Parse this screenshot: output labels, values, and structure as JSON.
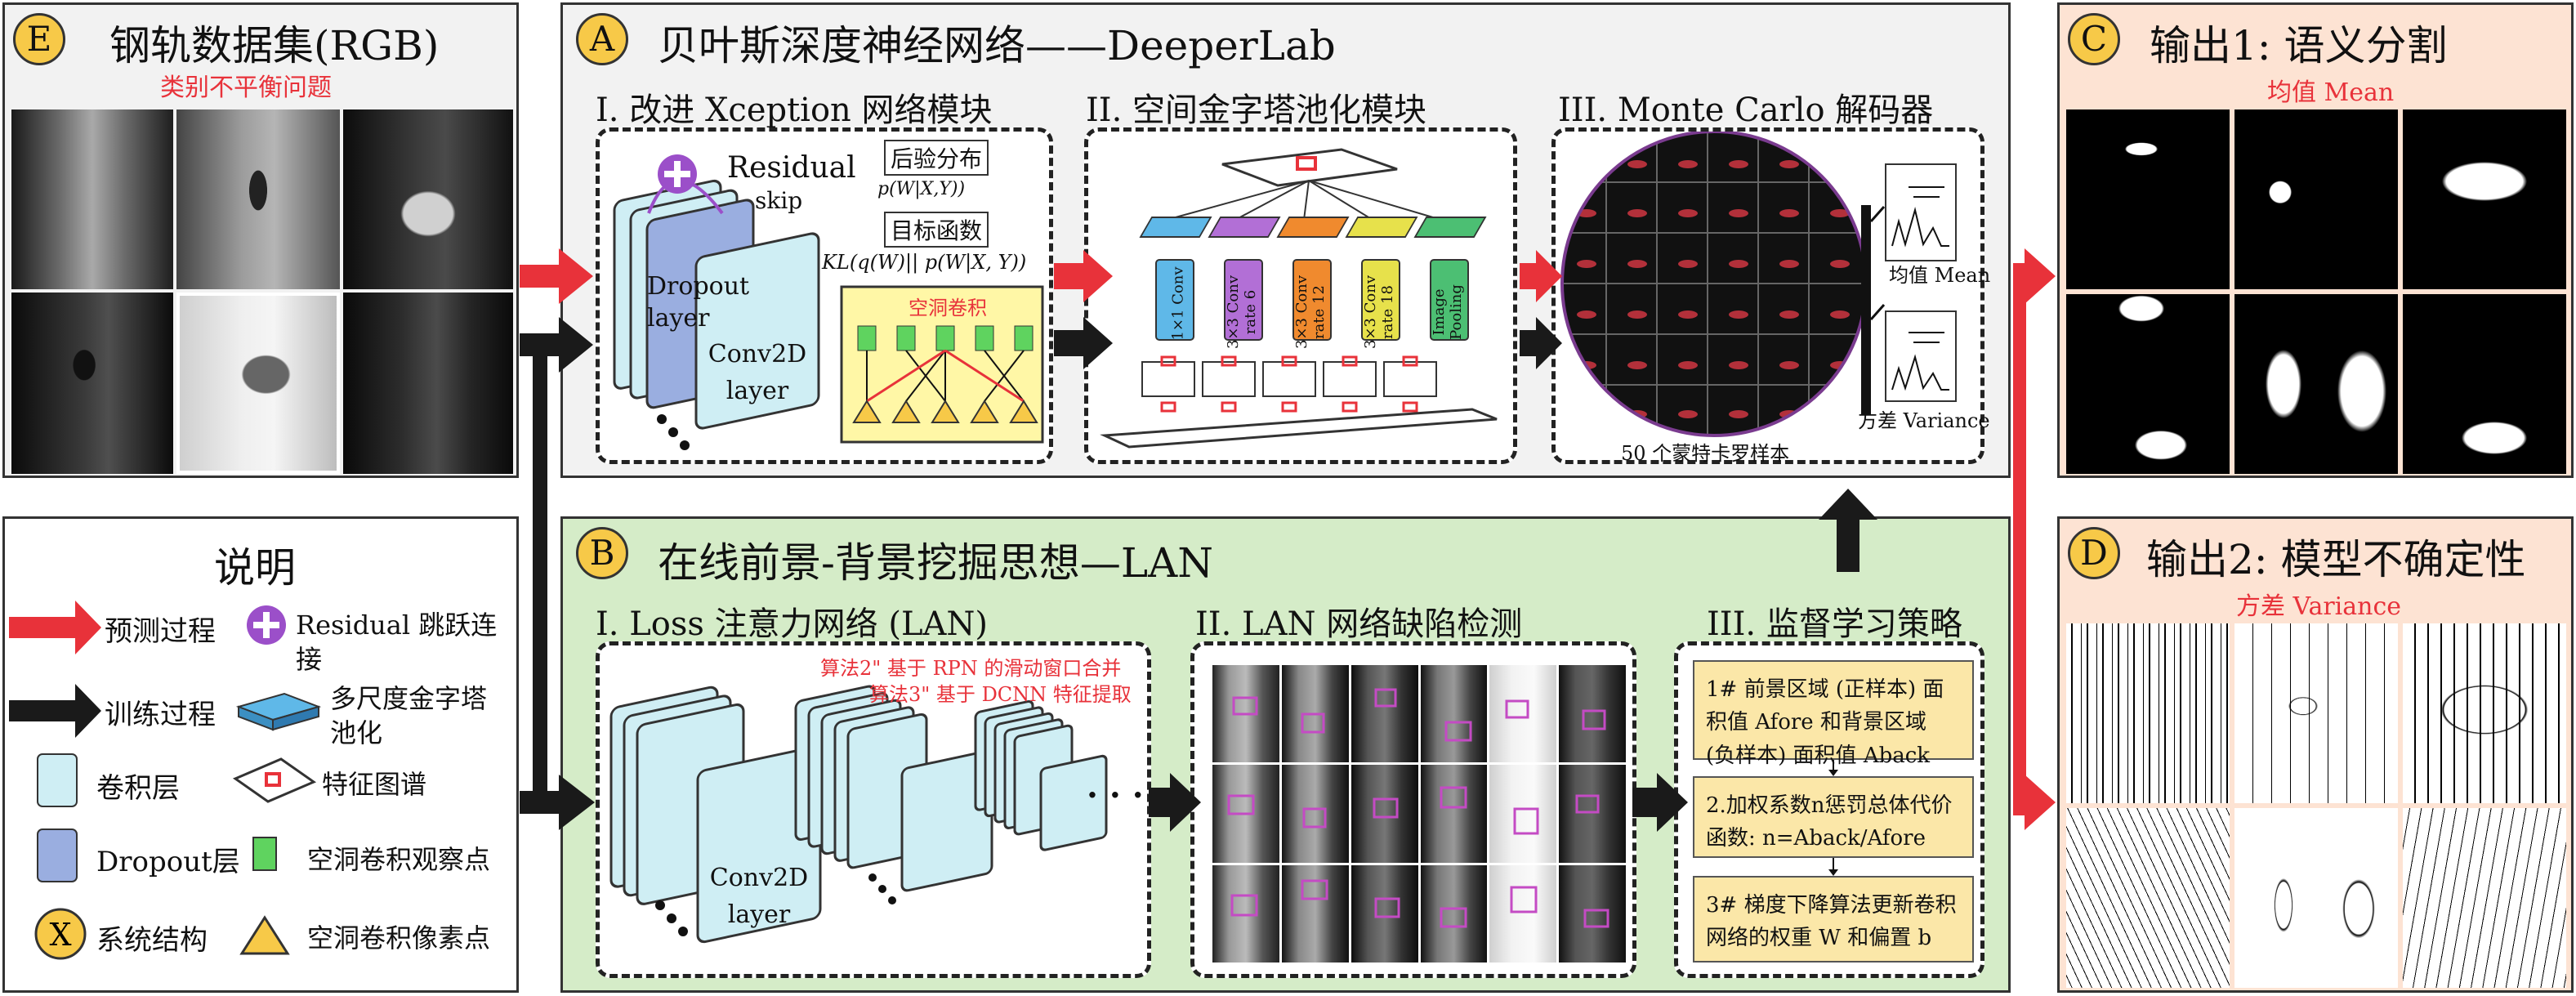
{
  "panel_e": {
    "letter": "E",
    "title": "钢轨数据集(RGB)",
    "subtitle": "类别不平衡问题"
  },
  "panel_a": {
    "letter": "A",
    "title": "贝叶斯深度神经网络——DeeperLab",
    "module1": {
      "title": "I. 改进 Xception 网络模块",
      "residual": "Residual",
      "skip": "skip",
      "posterior_box": "后验分布",
      "posterior_formula": "p(W|X,Y))",
      "objective_box": "目标函数",
      "objective_formula": "KL(q(W)|| p(W|X, Y))",
      "dropout_label": "Dropout layer",
      "conv_label": "Conv2D layer",
      "atrous_label": "空洞卷积"
    },
    "module2": {
      "title": "II. 空间金字塔池化模块",
      "branches": [
        "1×1 Conv",
        "3×3 Conv rate 6",
        "3×3 Conv rate 12",
        "3×3 Conv rate 18",
        "Image Pooling"
      ],
      "branch_colors": [
        "#5fb8e8",
        "#b26fd6",
        "#f08a2e",
        "#e7e14b",
        "#4cbf73"
      ]
    },
    "module3": {
      "title": "III. Monte Carlo 解码器",
      "mean_label": "均值 Mean",
      "variance_label": "方差 Variance",
      "samples_label": "50 个蒙特卡罗样本"
    }
  },
  "panel_b": {
    "letter": "B",
    "title": "在线前景-背景挖掘思想—LAN",
    "module1": {
      "title": "I. Loss 注意力网络 (LAN)",
      "algo2": "算法2\" 基于 RPN 的滑动窗口合并",
      "algo3": "算法3\" 基于 DCNN 特征提取",
      "conv_label": "Conv2D layer",
      "ellipsis": "· · · ·"
    },
    "module2": {
      "title": "II. LAN 网络缺陷检测"
    },
    "module3": {
      "title": "III. 监督学习策略",
      "step1": "1# 前景区域 (正样本) 面积值 Afore 和背景区域 (负样本) 面积值 Aback",
      "step2": "2.加权系数n惩罚总体代价函数: n=Aback/Afore",
      "step3": "3# 梯度下降算法更新卷积网络的权重 W 和偏置 b"
    }
  },
  "panel_c": {
    "letter": "C",
    "title": "输出1: 语义分割",
    "subtitle": "均值 Mean"
  },
  "panel_d": {
    "letter": "D",
    "title": "输出2: 模型不确定性",
    "subtitle": "方差 Variance"
  },
  "legend": {
    "title": "说明",
    "items": {
      "predict": "预测过程",
      "train": "训练过程",
      "conv": "卷积层",
      "dropout": "Dropout层",
      "system": "系统结构",
      "residual": "Residual 跳跃连接",
      "pyramid": "多尺度金字塔池化",
      "feature_map": "特征图谱",
      "atrous_obs": "空洞卷积观察点",
      "atrous_pixel": "空洞卷积像素点"
    },
    "system_letter": "X"
  },
  "colors": {
    "predict_arrow": "#e8323a",
    "train_arrow": "#1a1a1a",
    "panel_gray": "#f2f2f2",
    "panel_green": "#d5ecc8",
    "panel_peach": "#fde3d3",
    "badge_yellow": "#f7c948",
    "conv_layer": "#cfeef4",
    "dropout_layer": "#9aaee0"
  }
}
